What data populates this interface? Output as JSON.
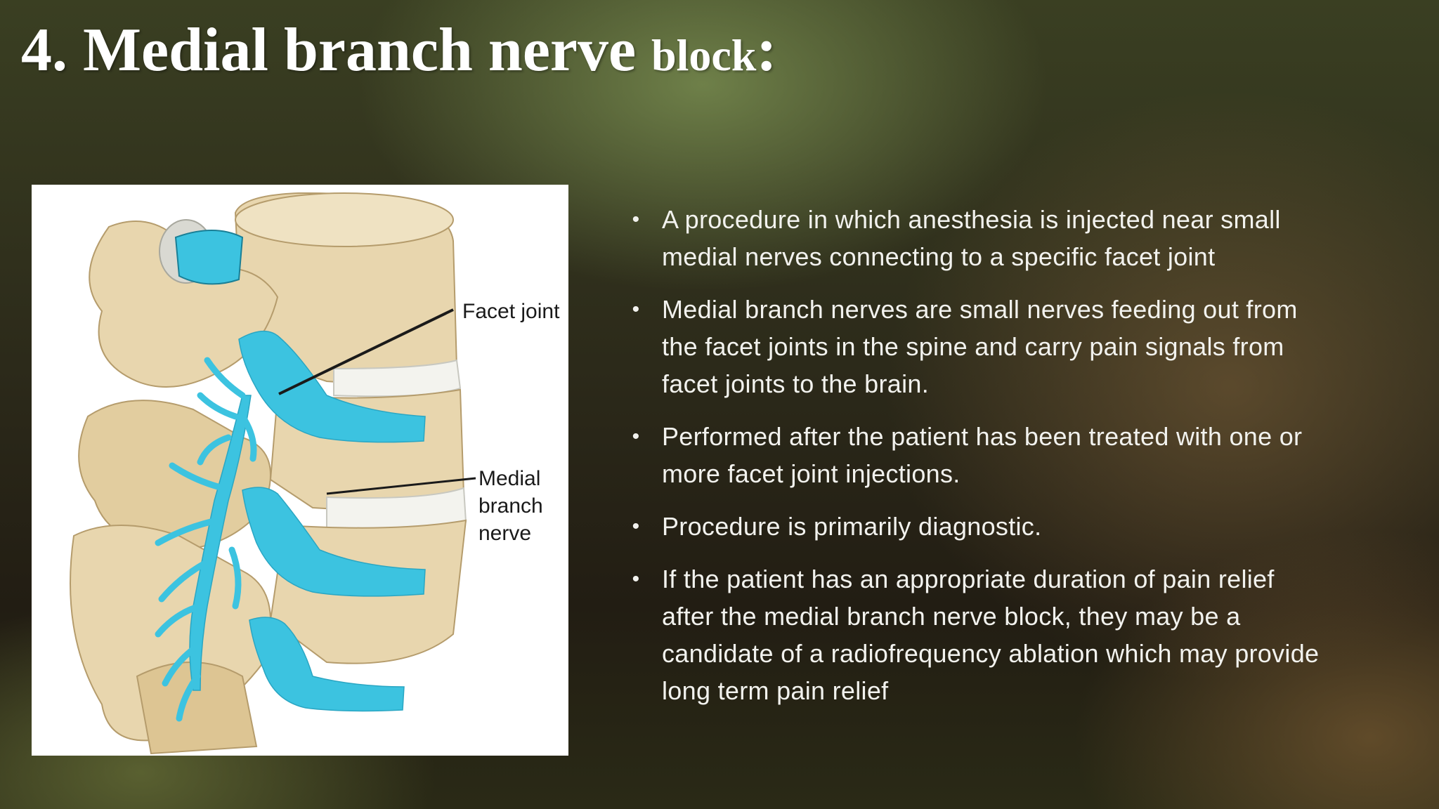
{
  "slide": {
    "title_main": "4. Medial branch nerve",
    "title_small": "block",
    "title_colon": ":"
  },
  "figure": {
    "labels": {
      "facet_joint": "Facet joint",
      "medial_line1": "Medial",
      "medial_line2": "branch",
      "medial_line3": "nerve"
    },
    "colors": {
      "bone": "#e8d6ae",
      "bone_shadow": "#cdb58a",
      "nerve": "#3cc3e0",
      "disc": "#f3f3ee"
    }
  },
  "bullets": [
    {
      "text": "A procedure in which anesthesia is injected near small medial nerves connecting to a specific facet joint"
    },
    {
      "text": "Medial branch nerves are small nerves feeding out from the facet joints in the spine and carry pain signals from facet joints to the brain."
    },
    {
      "text": "Performed after the patient has been treated with one or more facet joint injections."
    },
    {
      "text": "Procedure is primarily diagnostic."
    },
    {
      "text": "If the patient has an appropriate duration of pain relief after the medial branch nerve block, they may be a candidate of a radiofrequency ablation which may provide long term pain relief"
    }
  ]
}
